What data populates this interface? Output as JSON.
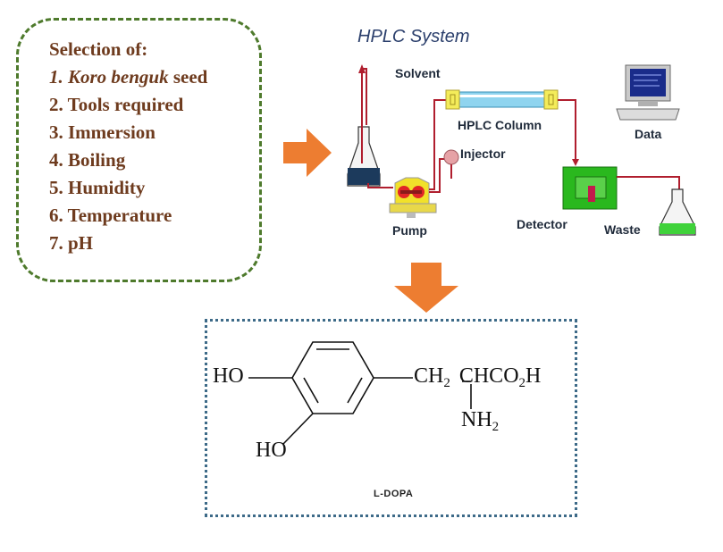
{
  "selection": {
    "heading": "Selection of:",
    "item1_num": "1.",
    "item1_name": "Koro benguk",
    "item1_suffix": "seed",
    "items": [
      "2. Tools required",
      "3. Immersion",
      "4. Boiling",
      "5. Humidity",
      "6. Temperature",
      "7. pH"
    ]
  },
  "hplc": {
    "title": "HPLC System",
    "labels": {
      "solvent": "Solvent",
      "column": "HPLC Column",
      "injector": "Injector",
      "pump": "Pump",
      "detector": "Detector",
      "waste": "Waste",
      "data": "Data"
    }
  },
  "molecule": {
    "ho_top": "HO",
    "ho_bottom": "HO",
    "chain_a": "CH",
    "chain_a_sub": "2",
    "chain_b": "CHCO",
    "chain_b_sub": "2",
    "chain_c": "H",
    "nh": "NH",
    "nh_sub": "2",
    "name": "L-DOPA"
  },
  "colors": {
    "green_border": "#4e7a2c",
    "brown_text": "#6e3b1e",
    "arrow_orange": "#ed7d31",
    "tube_red": "#b01e2e",
    "dotted_border": "#3d6a88"
  }
}
